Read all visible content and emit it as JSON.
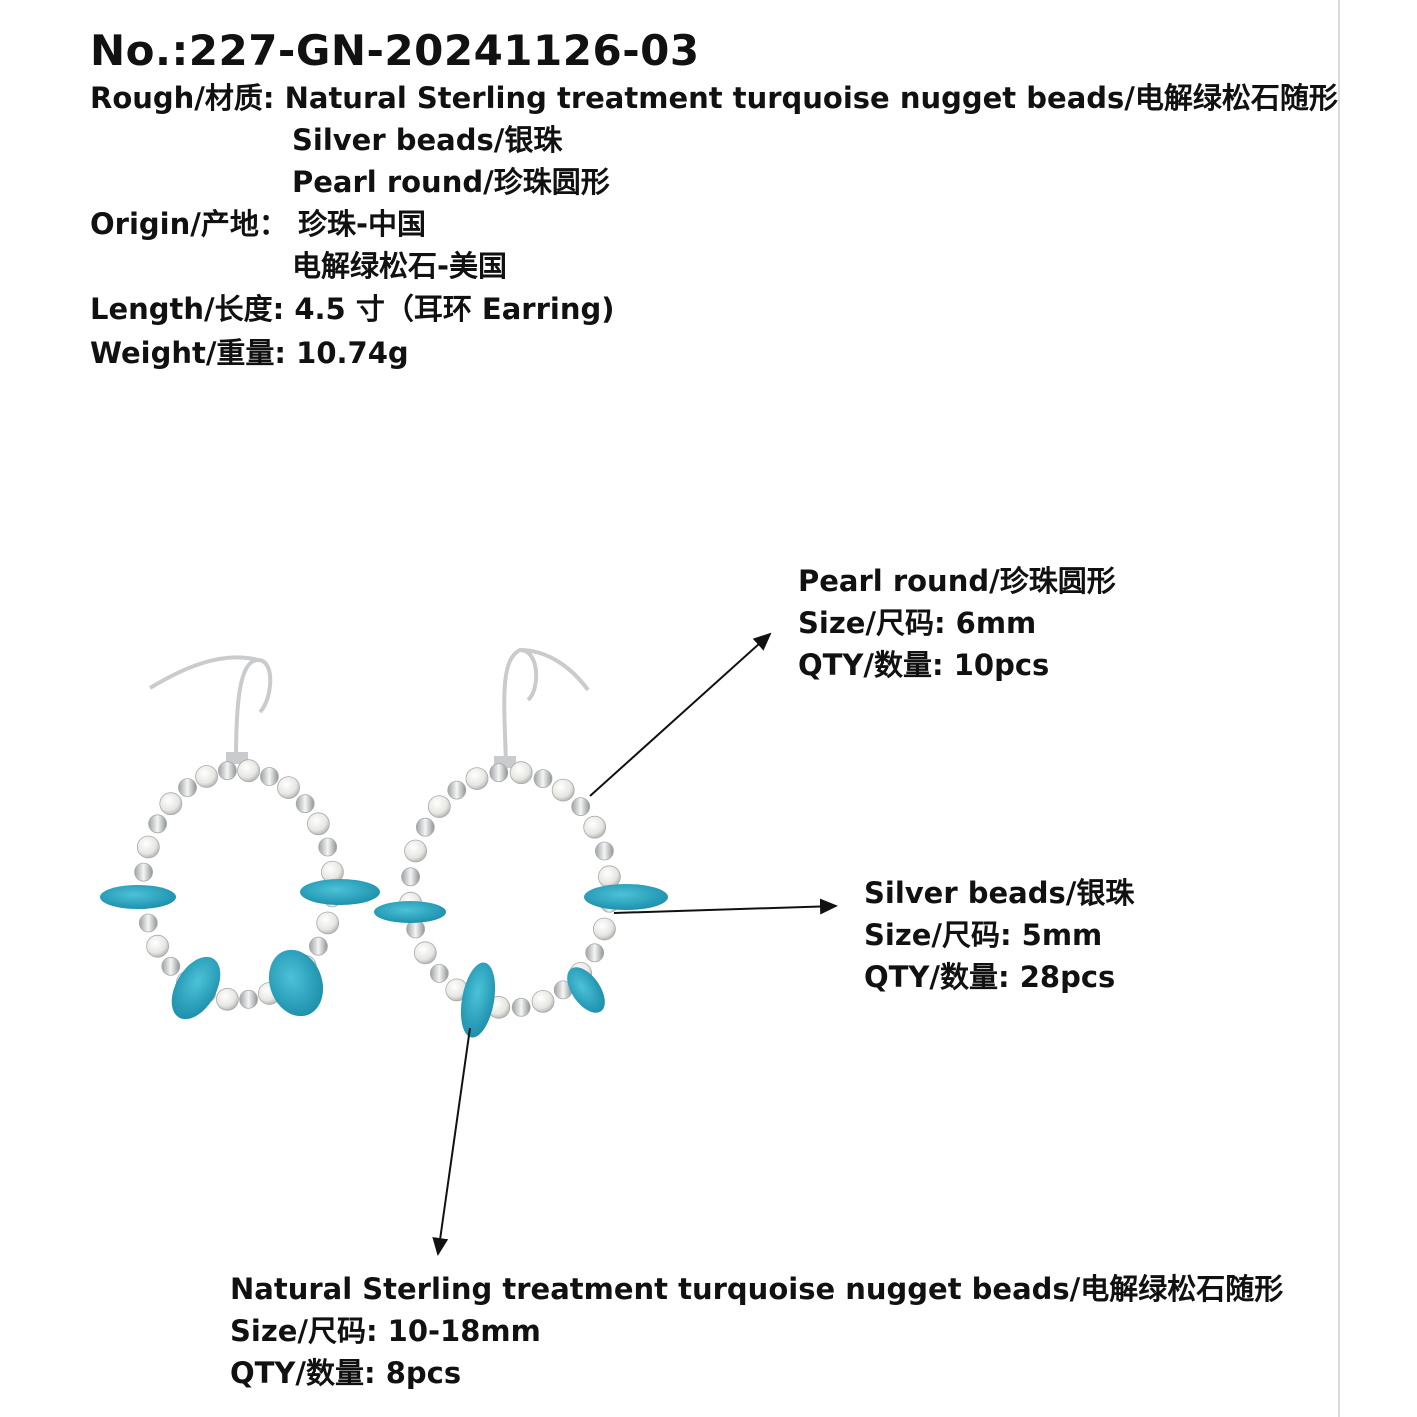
{
  "product_no": "No.:227-GN-20241126-03",
  "specs": {
    "rough_label": "Rough/材质:",
    "rough_1": "Natural Sterling treatment turquoise nugget beads/电解绿松石随形",
    "rough_2": "Silver beads/银珠",
    "rough_3": "Pearl round/珍珠圆形",
    "origin_label": "Origin/产地：",
    "origin_1": "珍珠-中国",
    "origin_2": "电解绿松石-美国",
    "length_label": "Length/长度:",
    "length_value": "4.5 寸（耳环 Earring)",
    "weight_label": "Weight/重量:",
    "weight_value": "10.74g"
  },
  "callouts": {
    "pearl": {
      "name": "Pearl round/珍珠圆形",
      "size": "Size/尺码: 6mm",
      "qty": "QTY/数量: 10pcs"
    },
    "silver": {
      "name": "Silver beads/银珠",
      "size": "Size/尺码: 5mm",
      "qty": "QTY/数量: 28pcs"
    },
    "turquoise": {
      "name": "Natural Sterling treatment turquoise nugget beads/电解绿松石随形",
      "size": "Size/尺码: 10-18mm",
      "qty": "QTY/数量: 8pcs"
    }
  },
  "colors": {
    "turquoise": "#1fa3bf",
    "pearl": "#e9e9e4",
    "silver": "#bfc2c2"
  }
}
